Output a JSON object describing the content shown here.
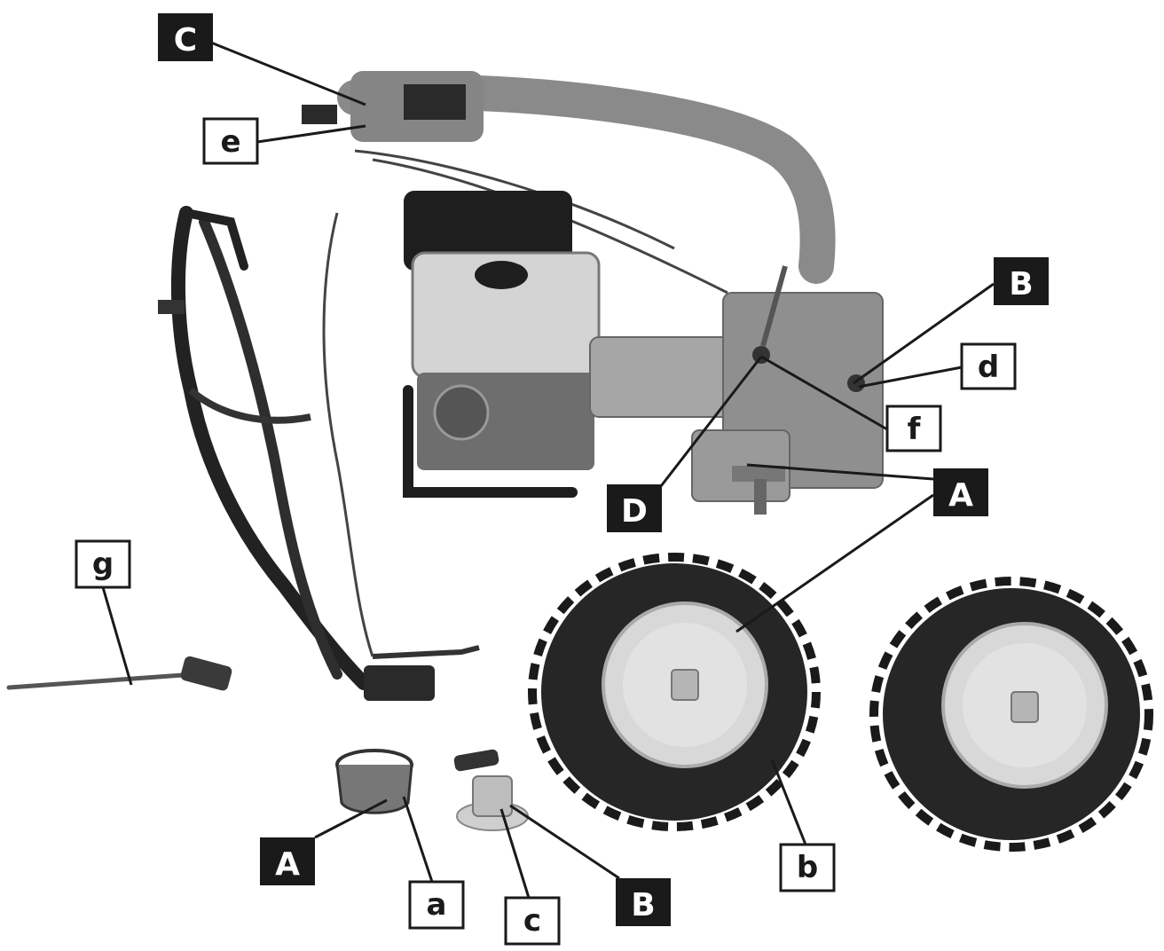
{
  "labels": {
    "C": "C",
    "e": "e",
    "B_top": "B",
    "d": "d",
    "f": "f",
    "D": "D",
    "A_right": "A",
    "g": "g",
    "A_left": "A",
    "a": "a",
    "c": "c",
    "B_bottom": "B",
    "b": "b"
  },
  "colors": {
    "dark_label_fill": "#1a1a1a",
    "light_label_fill": "#ffffff",
    "leader_line": "#1a1a1a",
    "machine_body": "#7a7a7a",
    "tire": "#2a2a2a",
    "rim": "#d8d8d8"
  }
}
